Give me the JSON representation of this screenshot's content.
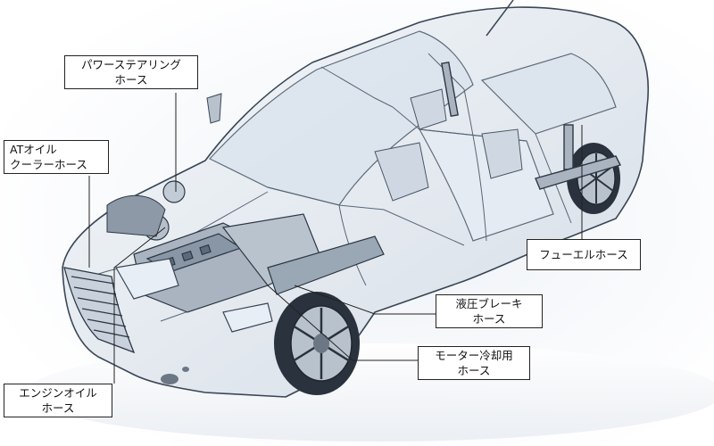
{
  "callouts": {
    "power_steering": {
      "line1": "パワーステアリング",
      "line2": "ホース"
    },
    "at_oil_cooler": {
      "line1": "ATオイル",
      "line2": "クーラーホース"
    },
    "fuel": {
      "line1": "フューエルホース"
    },
    "hydraulic_brake": {
      "line1": "液圧ブレーキ",
      "line2": "ホース"
    },
    "motor_cooling": {
      "line1": "モーター冷却用",
      "line2": "ホース"
    },
    "engine_oil": {
      "line1": "エンジンオイル",
      "line2": "ホース"
    }
  },
  "colors": {
    "car_outline": "#3a4656",
    "car_glass": "#dbe4ee",
    "background": "#ffffff",
    "leader_line": "#222222"
  }
}
